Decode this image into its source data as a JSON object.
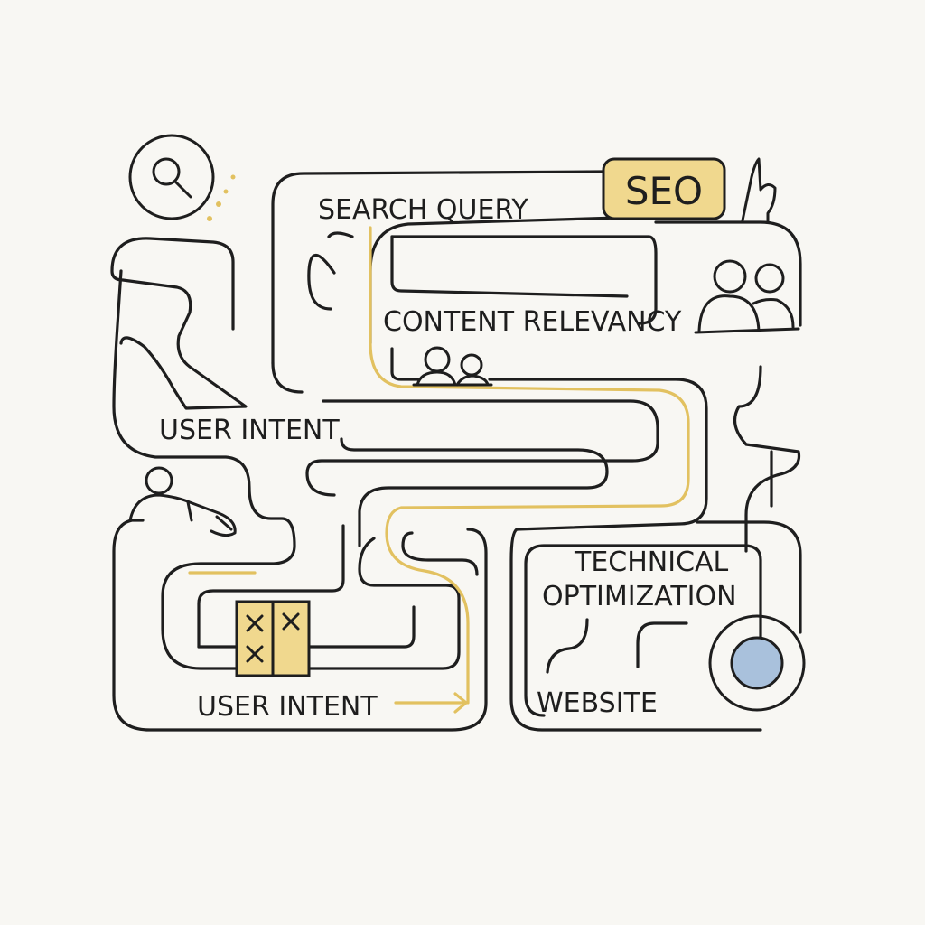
{
  "labels": {
    "search_query": "SEARCH QUERY",
    "seo": "SEO",
    "content_relevancy": "CONTENT RELEVANCY",
    "user_intent_top": "USER INTENT",
    "user_intent_bottom": "USER INTENT",
    "technical_optimization_line1": "TECHNICAL",
    "technical_optimization_line2": "OPTIMIZATION",
    "website": "WEBSITE"
  },
  "icons": {
    "search": "magnifier-icon",
    "people_right": "people-icon",
    "people_center": "people-icon",
    "person_left": "person-icon",
    "hand": "pointing-hand-icon",
    "goal": "target-circle-icon",
    "blocked": "x-marked-gate-icon"
  },
  "colors": {
    "ink": "#1e1e1e",
    "accent_gold": "#e2c160",
    "accent_fill": "#f0d88e",
    "goal_blue": "#a9c1dc",
    "background": "#f8f7f3"
  }
}
